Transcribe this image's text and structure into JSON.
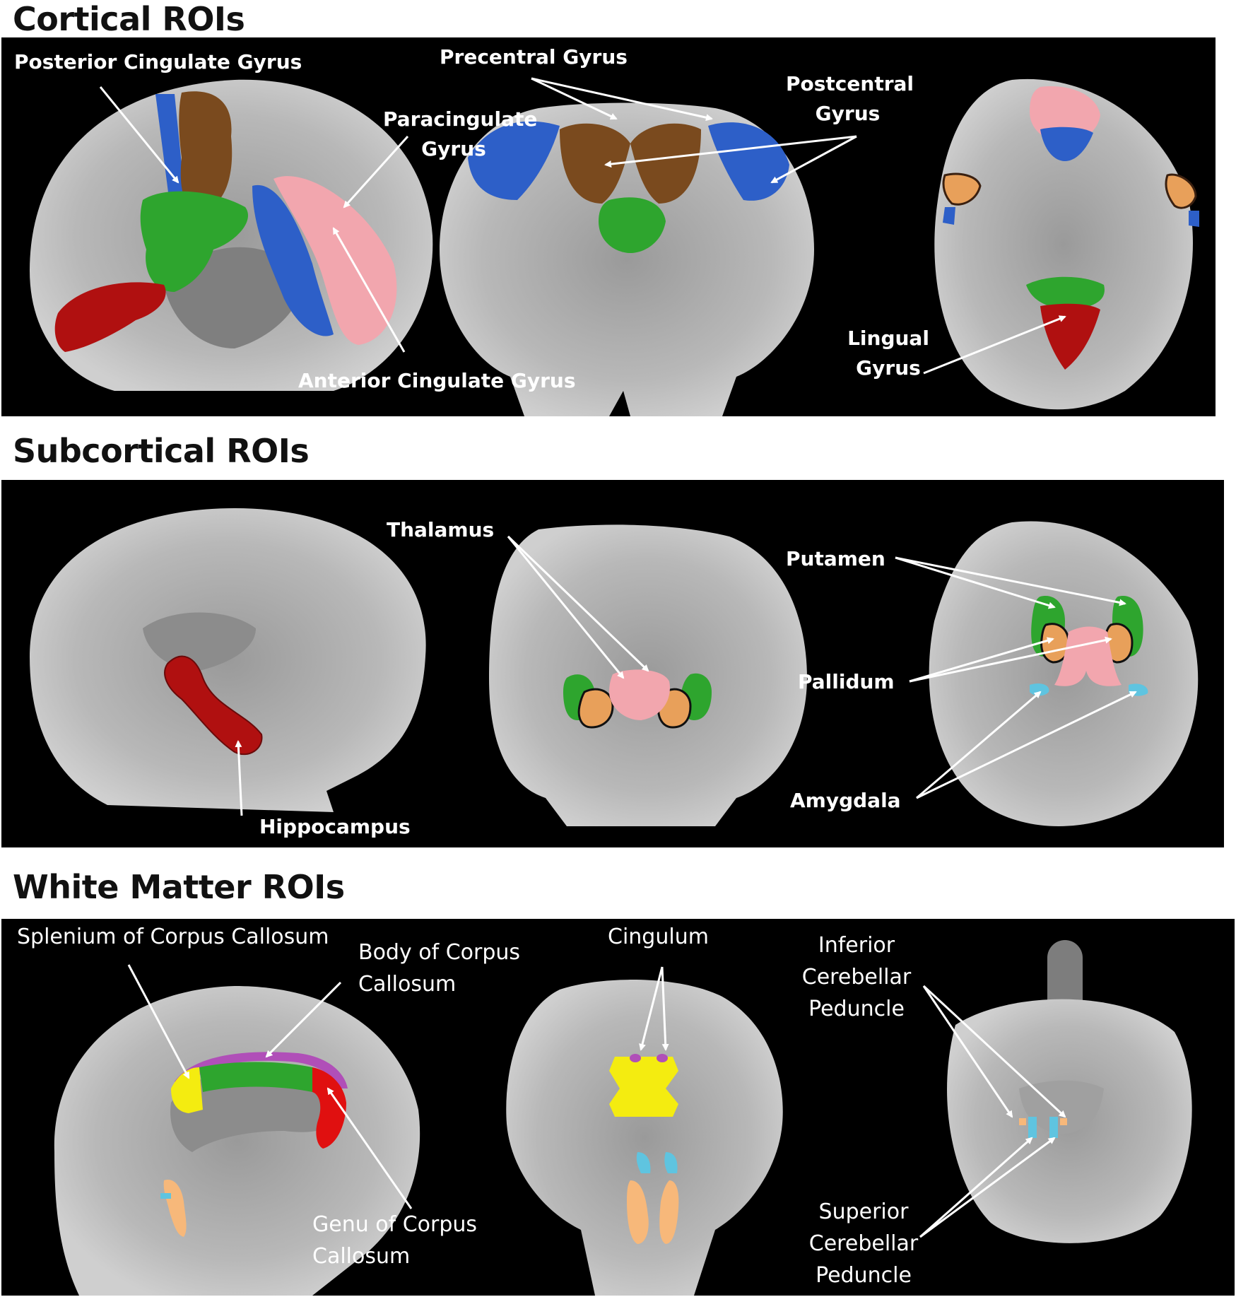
{
  "sections": {
    "cortical": {
      "title": "Cortical ROIs",
      "labels": {
        "posterior_cingulate": "Posterior Cingulate Gyrus",
        "precentral": "Precentral Gyrus",
        "paracingulate": "Paracingulate Gyrus",
        "postcentral": "Postcentral Gyrus",
        "anterior_cingulate": "Anterior Cingulate Gyrus",
        "lingual": "Lingual Gyrus"
      }
    },
    "subcortical": {
      "title": "Subcortical ROIs",
      "labels": {
        "thalamus": "Thalamus",
        "putamen": "Putamen",
        "pallidum": "Pallidum",
        "amygdala": "Amygdala",
        "hippocampus": "Hippocampus"
      }
    },
    "white_matter": {
      "title": "White Matter ROIs",
      "labels": {
        "splenium": "Splenium of Corpus Callosum",
        "body_cc": "Body of Corpus Callosum",
        "cingulum": "Cingulum",
        "inferior_cerebellar": "Inferior Cerebellar Peduncle",
        "genu": "Genu of Corpus Callosum",
        "superior_cerebellar": "Superior Cerebellar Peduncle"
      }
    }
  },
  "colors": {
    "panel_bg": "#000000",
    "brain_gray": "#a9a9a9",
    "brain_light": "#c8c8c8",
    "red": "#b01010",
    "green": "#2ea52e",
    "blue": "#2d5fc8",
    "brown": "#7a4a1e",
    "pink": "#f2a6ae",
    "orange": "#e8a05a",
    "cyan": "#5fc4e0",
    "yellow": "#f4ec10",
    "magenta": "#b04fb8",
    "peach": "#f7b87a"
  }
}
